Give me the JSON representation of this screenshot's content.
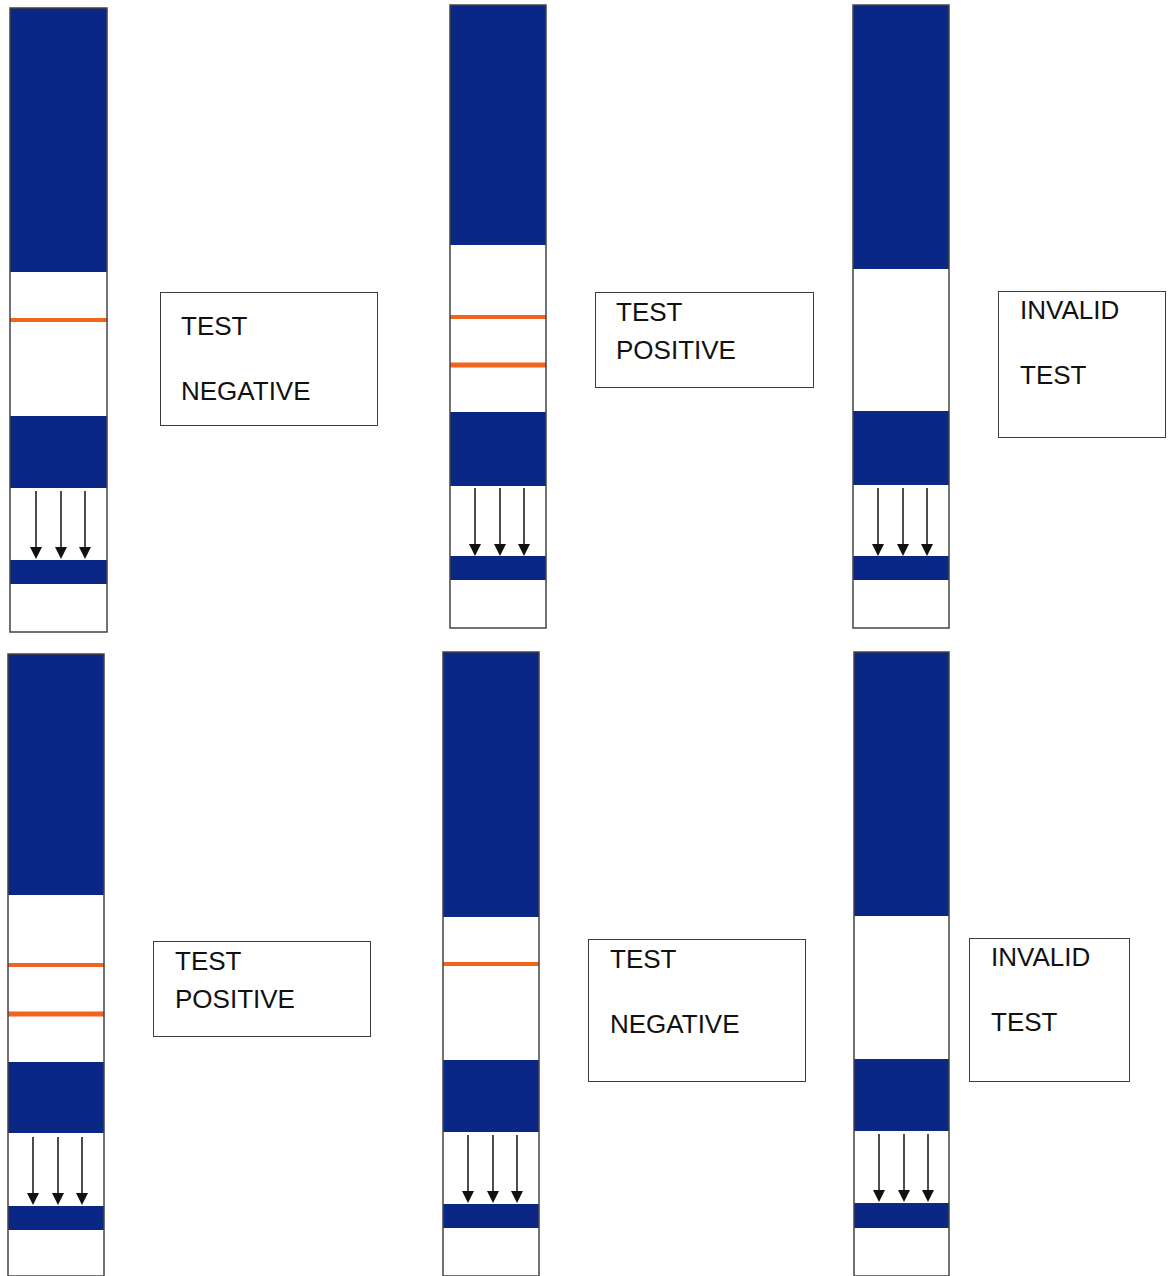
{
  "diagram": {
    "nodes": [
      {
        "text": [
          "TEST NEGATIVE"
        ]
      },
      {
        "text": [
          "TEST POSITIVE"
        ]
      },
      {
        "text": [
          "INVALID TEST"
        ]
      },
      {
        "text": [
          "TEST POSITIVE"
        ]
      },
      {
        "text": [
          "TEST NEGATIVE"
        ]
      },
      {
        "text": [
          "INVALID TEST"
        ]
      }
    ]
  }
}
